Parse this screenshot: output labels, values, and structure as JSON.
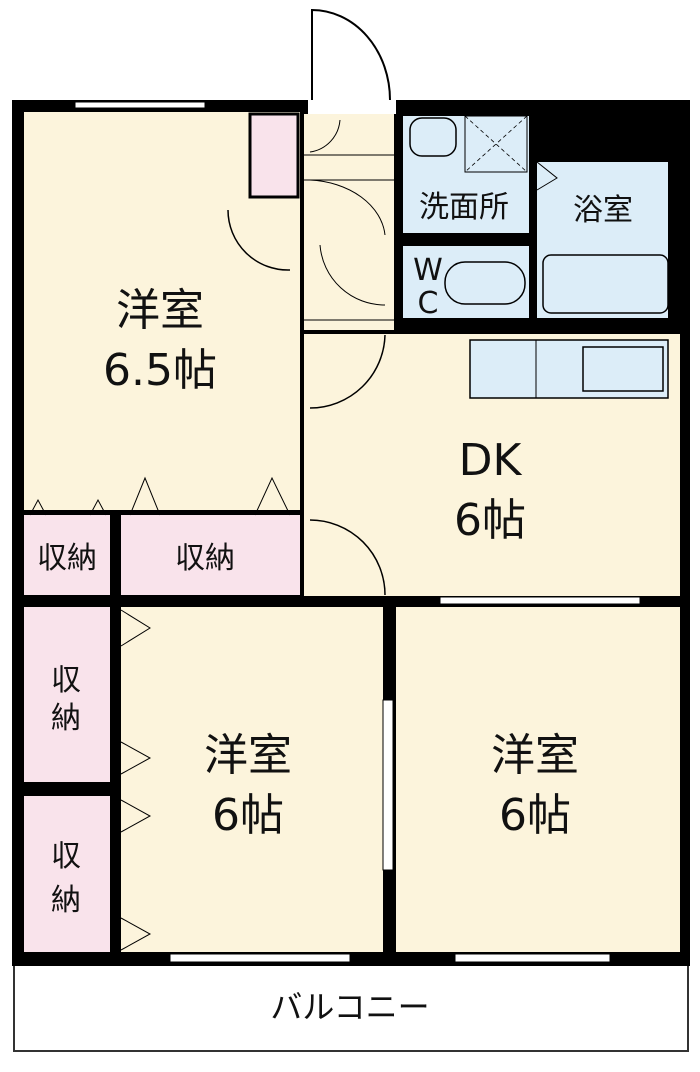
{
  "rooms": {
    "western1": {
      "name": "洋室",
      "size": "6.5帖"
    },
    "dk": {
      "name": "DK",
      "size": "6帖"
    },
    "western2": {
      "name": "洋室",
      "size": "6帖"
    },
    "western3": {
      "name": "洋室",
      "size": "6帖"
    },
    "washroom": "洗面所",
    "bathroom": "浴室",
    "wc_w": "W",
    "wc_c": "C",
    "storage1": "収納",
    "storage2": "収納",
    "storage3_a": "収",
    "storage3_b": "納",
    "storage4_a": "収",
    "storage4_b": "納",
    "balcony": "バルコニー"
  },
  "colors": {
    "room": "#fcf4dc",
    "wet": "#dcedf8",
    "storage": "#f9e3eb",
    "wall": "#000000"
  }
}
